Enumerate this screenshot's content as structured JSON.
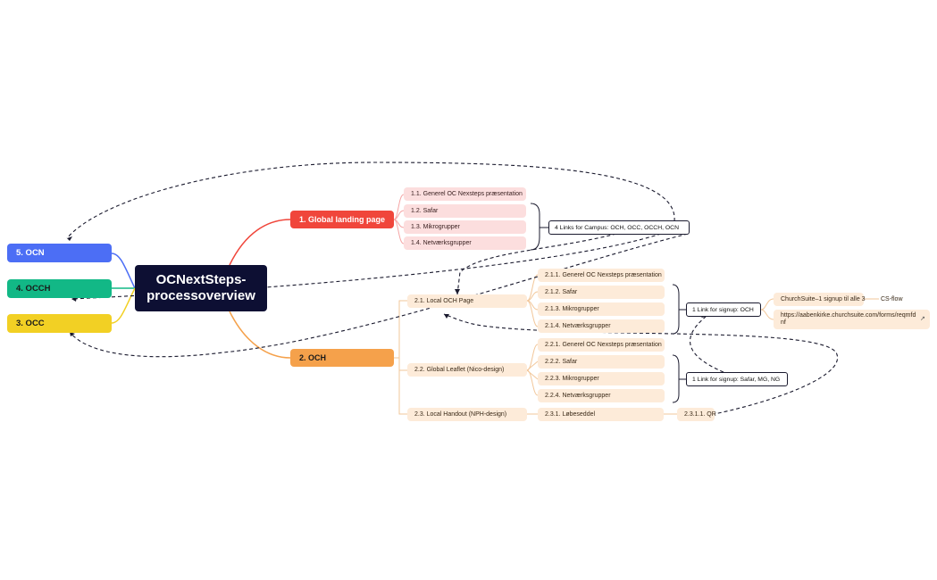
{
  "central": "OCNextSteps-\nprocessoverview",
  "side_nodes": {
    "ocn": "5.  OCN",
    "occh": "4.  OCCH",
    "occ": "3.  OCC"
  },
  "global": {
    "title": "1.  Global landing page",
    "items": [
      "1.1.   Generel OC Nexsteps præsentation",
      "1.2.   Safar",
      "1.3.   Mikrogrupper",
      "1.4.   Netværksgrupper"
    ],
    "links_box": "4 Links for Campus: OCH, OCC, OCCH, OCN"
  },
  "och": {
    "title": "2.  OCH",
    "local_page": {
      "label": "2.1.   Local OCH Page",
      "items": [
        "2.1.1.   Generel OC Nexsteps præsentation",
        "2.1.2.   Safar",
        "2.1.3.   Mikrogrupper",
        "2.1.4.   Netværksgrupper"
      ],
      "signup_box": "1 Link for signup: OCH",
      "churchsuite": "ChurchSuite–1 signup til alle 3",
      "cs_flow": "CS-flow",
      "url": "https://aabenkirke.churchsuite.com/forms/reqmfdnf"
    },
    "leaflet": {
      "label": "2.2.   Global Leaflet (Nico-design)",
      "items": [
        "2.2.1.   Generel OC Nexsteps præsentation",
        "2.2.2.   Safar",
        "2.2.3.   Mikrogrupper",
        "2.2.4.   Netværksgrupper"
      ],
      "signup_box": "1 Link for signup: Safar, MG, NG"
    },
    "handout": {
      "label": "2.3.   Local Handout (NPH-design)",
      "item": "2.3.1.   Løbeseddel",
      "qr": "2.3.1.1.   QR"
    }
  },
  "icons": {
    "external_link": "external-link-icon"
  },
  "colors": {
    "central": "#0d0f33",
    "ocn": "#4c6ef5",
    "occh": "#12b886",
    "occ": "#f2d024",
    "global": "#f0463b",
    "och": "#f5a14b"
  }
}
